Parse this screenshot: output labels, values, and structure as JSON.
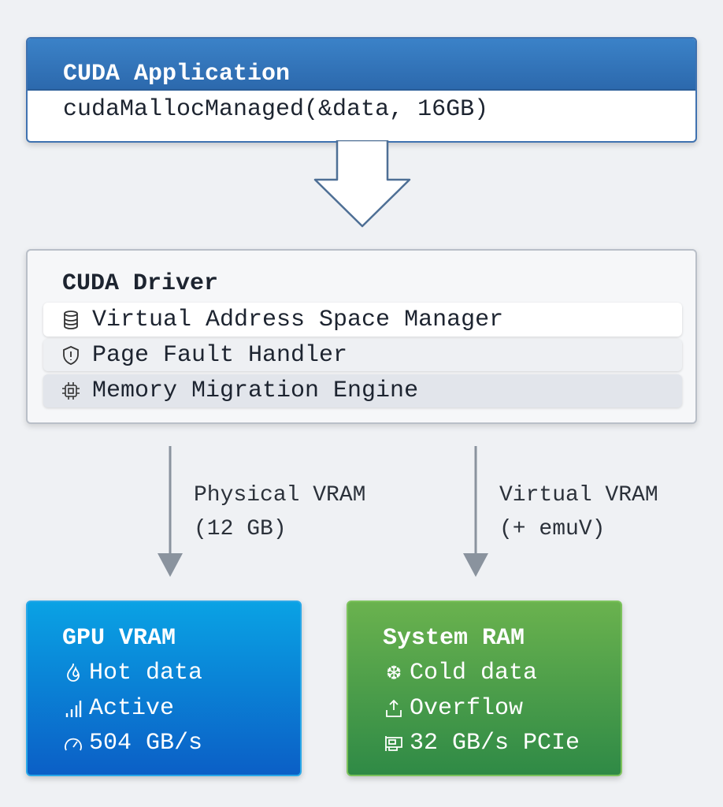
{
  "application": {
    "title": "CUDA Application",
    "code": "cudaMallocManaged(&data, 16GB)"
  },
  "driver": {
    "title": "CUDA Driver",
    "components": [
      {
        "icon": "database-icon",
        "label": "Virtual Address Space Manager"
      },
      {
        "icon": "shield-alert-icon",
        "label": "Page Fault Handler"
      },
      {
        "icon": "chip-icon",
        "label": "Memory Migration Engine"
      }
    ]
  },
  "paths": [
    {
      "line1": "Physical VRAM",
      "line2": "(12 GB)"
    },
    {
      "line1": "Virtual VRAM",
      "line2": "(+ emuV)"
    }
  ],
  "gpu": {
    "title": "GPU VRAM",
    "items": [
      {
        "icon": "flame-icon",
        "label": "Hot data"
      },
      {
        "icon": "signal-bars-icon",
        "label": "Active"
      },
      {
        "icon": "gauge-icon",
        "label": "504 GB/s"
      }
    ]
  },
  "ram": {
    "title": "System RAM",
    "items": [
      {
        "icon": "snowflake-icon",
        "label": "Cold data"
      },
      {
        "icon": "upload-tray-icon",
        "label": "Overflow"
      },
      {
        "icon": "pcie-card-icon",
        "label": "32 GB/s PCIe"
      }
    ]
  },
  "colors": {
    "app_header": "#2f6fb3",
    "gpu": "#0b7fd6",
    "ram": "#4c9c48",
    "arrow": "#8a939e"
  }
}
